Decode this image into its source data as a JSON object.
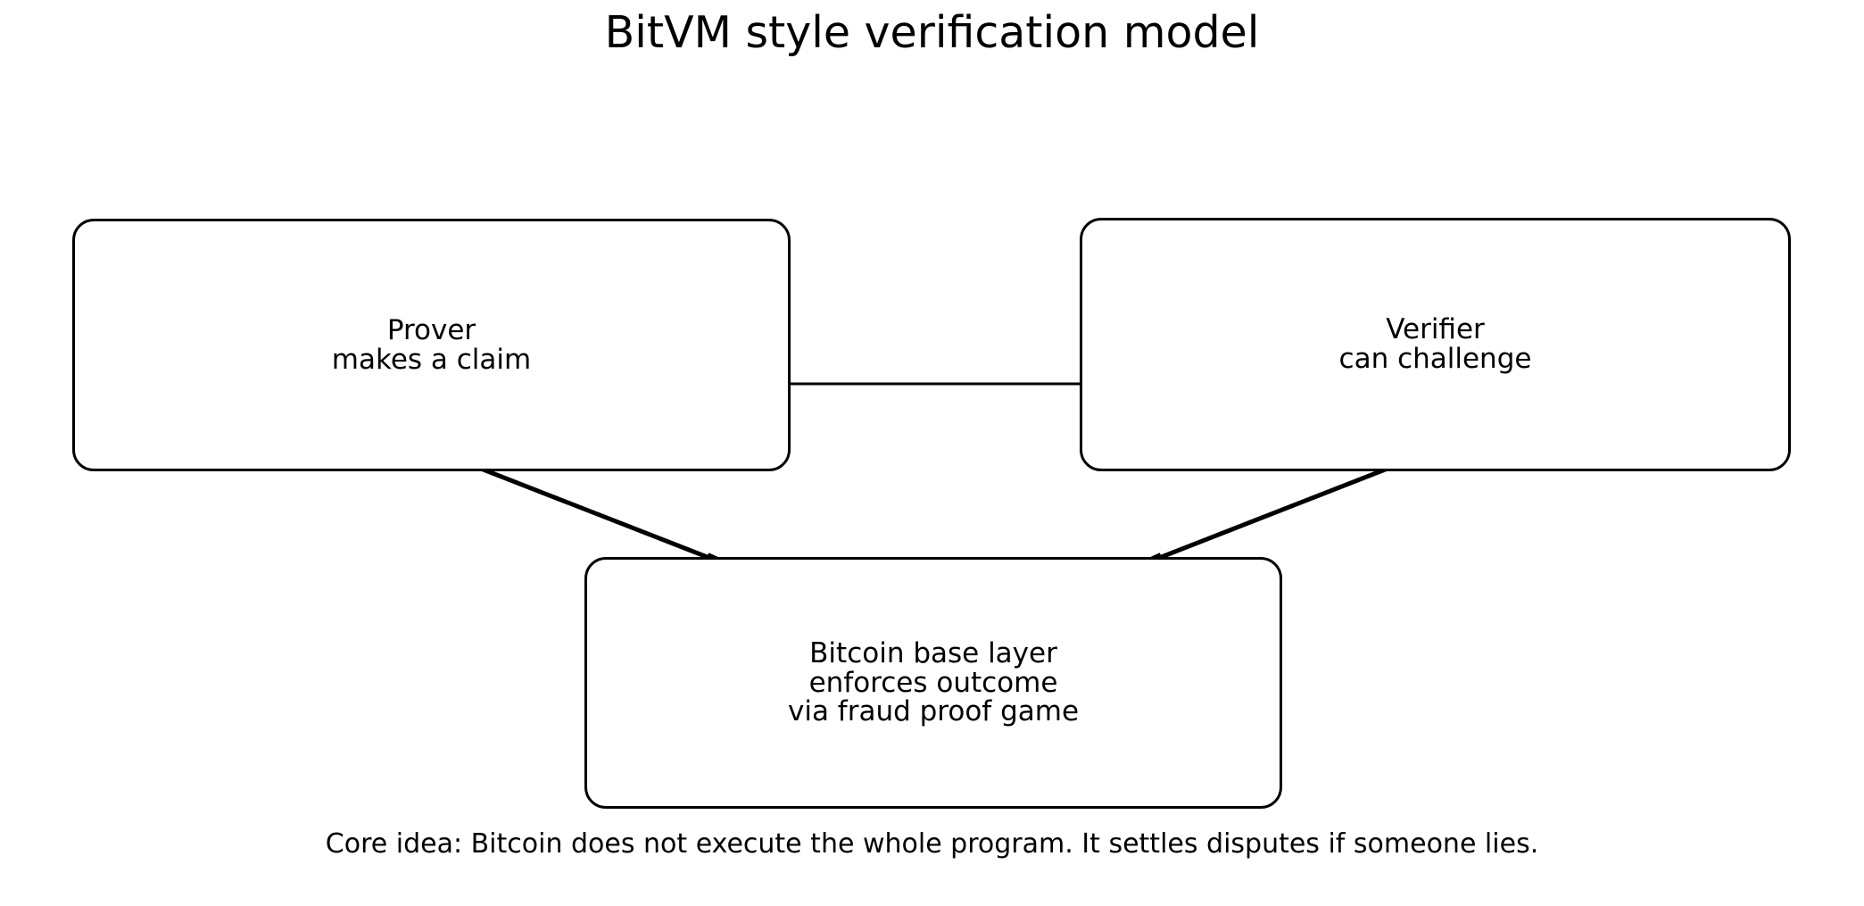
{
  "figure": {
    "title": "BitVM style verification model",
    "caption": "Core idea: Bitcoin does not execute the whole program. It settles disputes if someone lies.",
    "background_color": "#ffffff",
    "stroke_color": "#000000"
  },
  "nodes": [
    {
      "id": "prover",
      "label": "Prover\nmakes a claim",
      "line1": "Prover",
      "line2": "makes a claim"
    },
    {
      "id": "verifier",
      "label": "Verifier\ncan challenge",
      "line1": "Verifier",
      "line2": "can challenge"
    },
    {
      "id": "bitcoin",
      "label": "Bitcoin base layer\nenforces outcome\nvia fraud proof game",
      "line1": "Bitcoin base layer",
      "line2": "enforces outcome",
      "line3": "via fraud proof game"
    }
  ],
  "edges": [
    {
      "id": "prover-to-verifier",
      "from": "prover",
      "to": "verifier",
      "label": "",
      "style": "solid-arrow"
    },
    {
      "id": "prover-to-bitcoin",
      "from": "prover",
      "to": "bitcoin",
      "label": "",
      "style": "solid-arrow"
    },
    {
      "id": "verifier-to-bitcoin",
      "from": "verifier",
      "to": "bitcoin",
      "label": "",
      "style": "solid-arrow"
    }
  ]
}
